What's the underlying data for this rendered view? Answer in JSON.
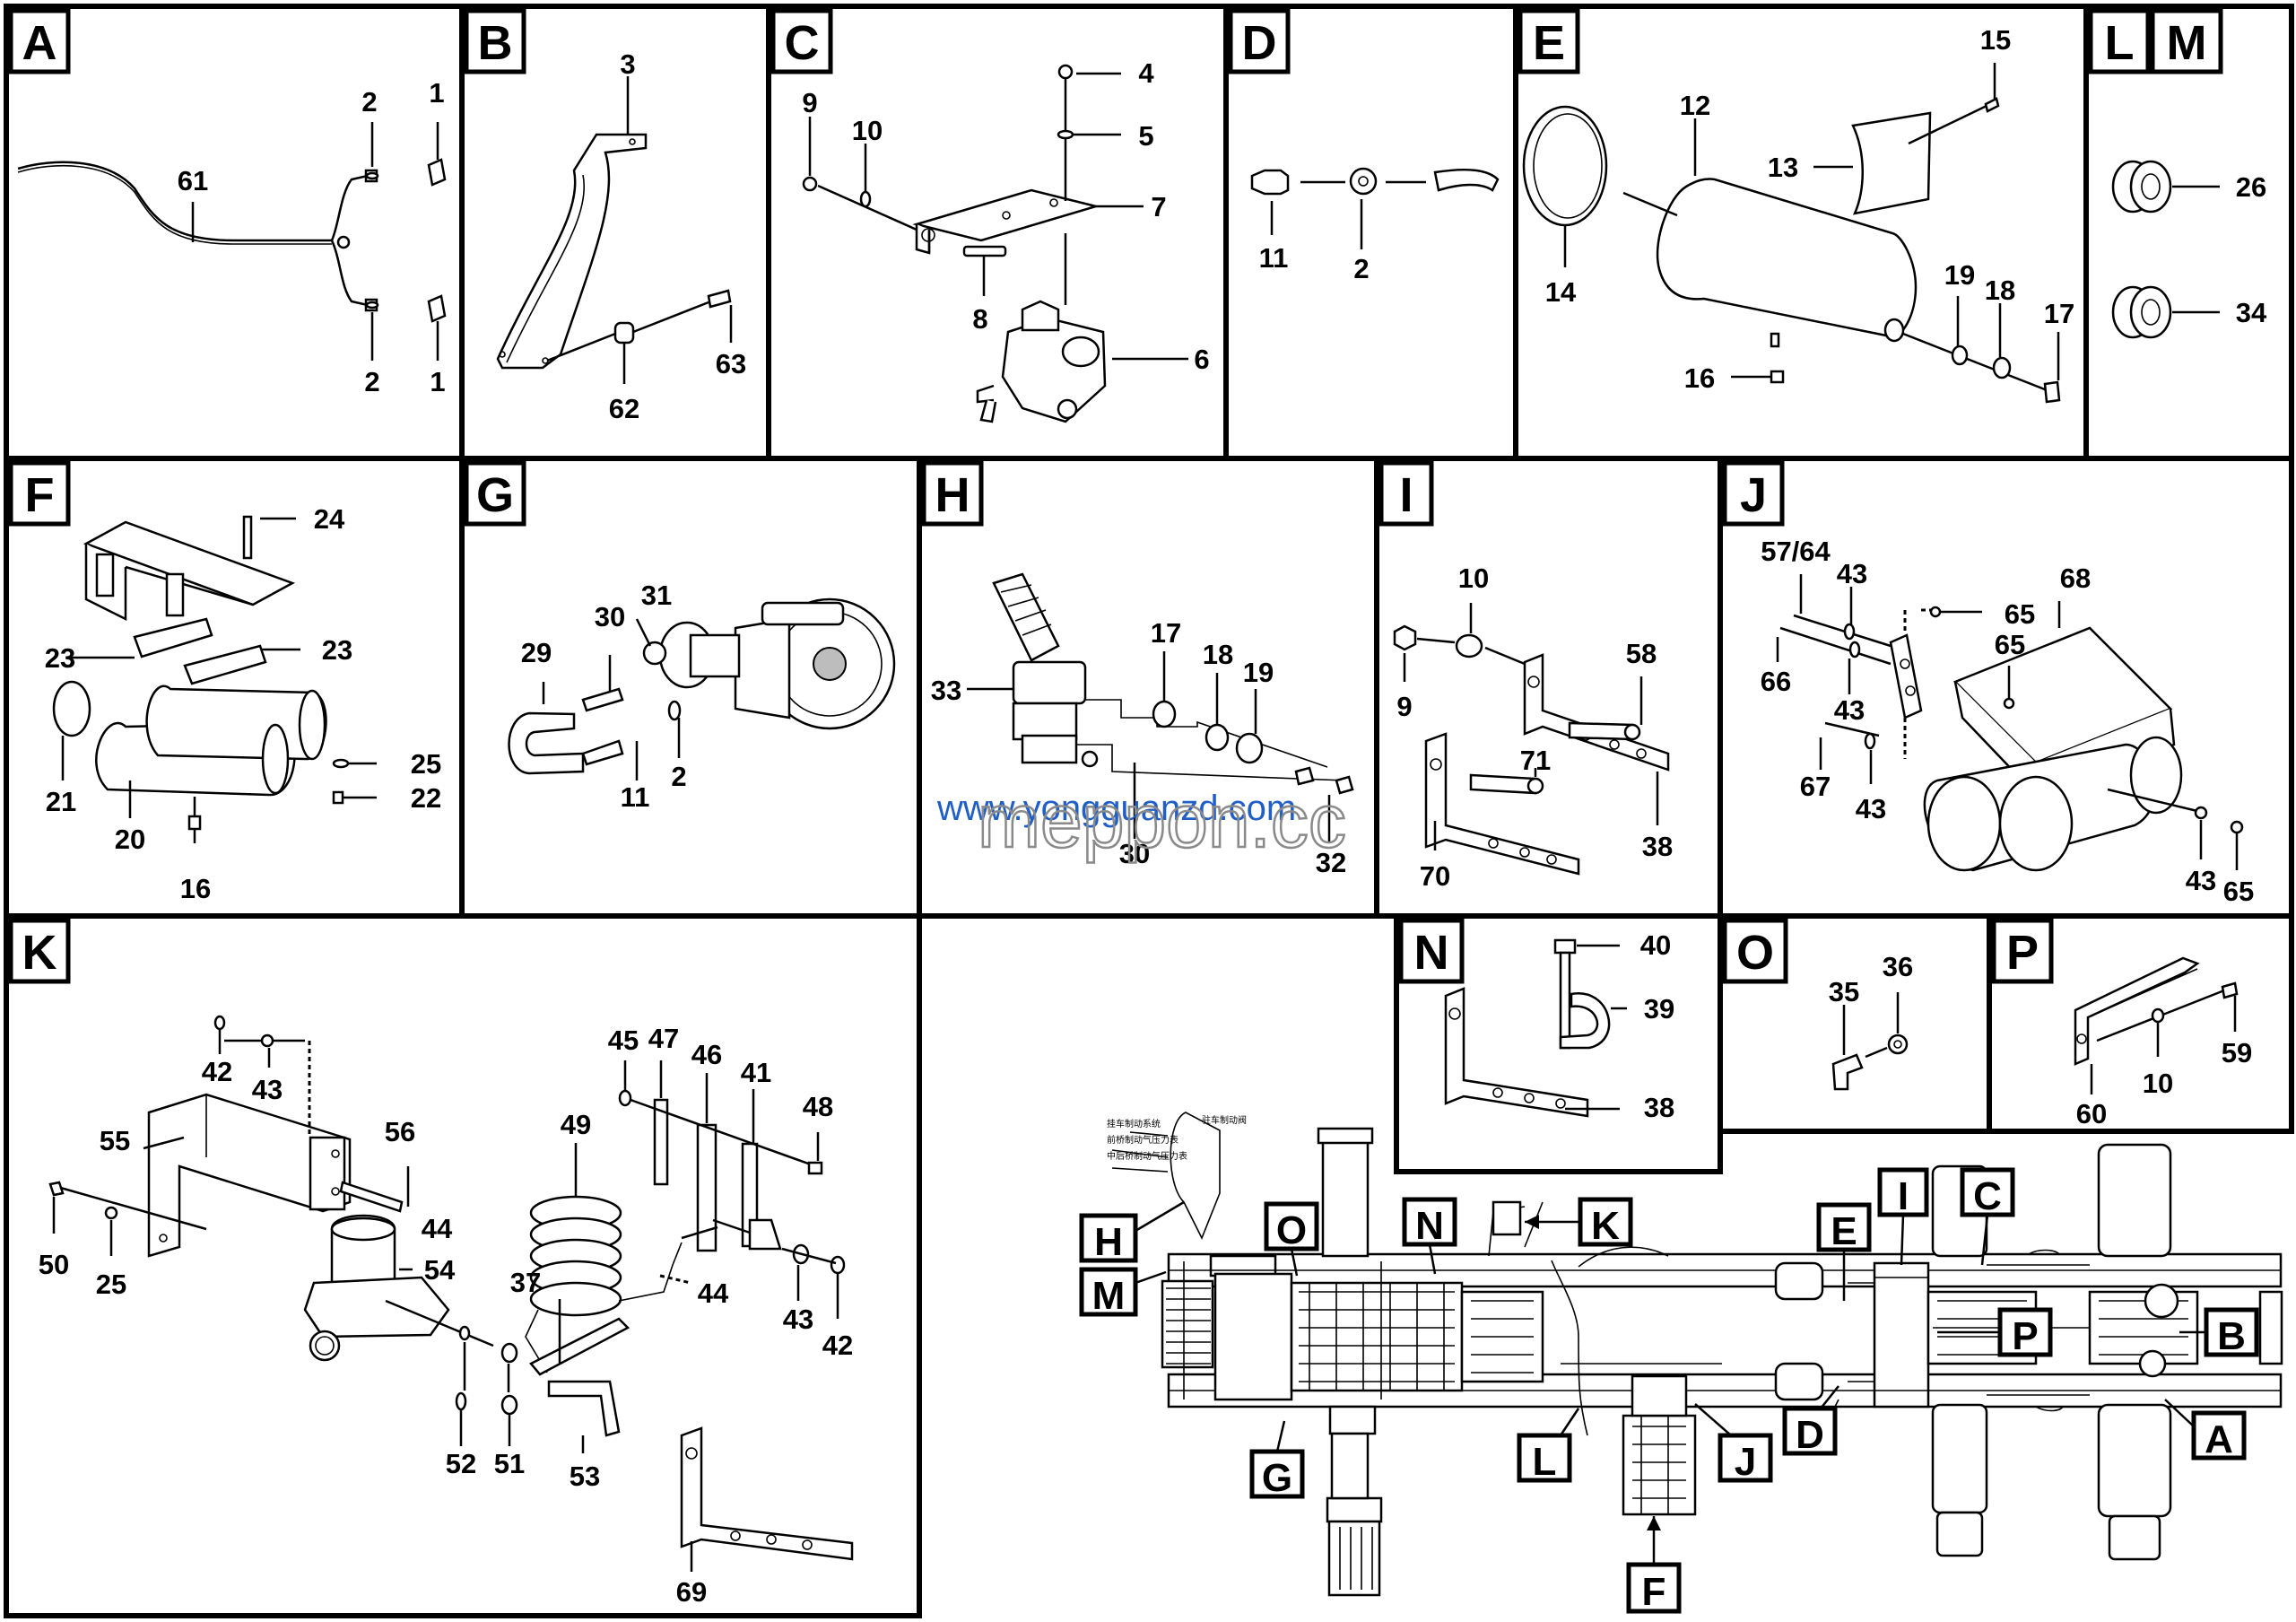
{
  "title": "Air brake system parts breakdown",
  "panels": [
    {
      "id": "A",
      "labels": [
        "61",
        "2",
        "1",
        "2",
        "1"
      ]
    },
    {
      "id": "B",
      "labels": [
        "3",
        "62",
        "63"
      ]
    },
    {
      "id": "C",
      "labels": [
        "4",
        "5",
        "9",
        "10",
        "7",
        "8",
        "6"
      ]
    },
    {
      "id": "D",
      "labels": [
        "11",
        "2"
      ]
    },
    {
      "id": "E",
      "labels": [
        "15",
        "12",
        "13",
        "14",
        "19",
        "18",
        "17",
        "16"
      ]
    },
    {
      "id": "L",
      "labels": [
        "26"
      ]
    },
    {
      "id": "M",
      "labels": [
        "34"
      ]
    },
    {
      "id": "F",
      "labels": [
        "24",
        "23",
        "23",
        "25",
        "22",
        "21",
        "20",
        "16"
      ]
    },
    {
      "id": "G",
      "labels": [
        "31",
        "30",
        "29",
        "11",
        "2"
      ]
    },
    {
      "id": "H",
      "labels": [
        "17",
        "18",
        "19",
        "33",
        "30",
        "32"
      ]
    },
    {
      "id": "I",
      "labels": [
        "10",
        "58",
        "9",
        "71",
        "70",
        "38"
      ]
    },
    {
      "id": "J",
      "labels": [
        "57/64",
        "43",
        "65",
        "68",
        "66",
        "65",
        "43",
        "67",
        "43",
        "43",
        "65"
      ]
    },
    {
      "id": "K",
      "labels": [
        "45",
        "47",
        "46",
        "41",
        "48",
        "42",
        "43",
        "55",
        "56",
        "49",
        "54",
        "37",
        "44",
        "44",
        "43",
        "42",
        "50",
        "25",
        "52",
        "51",
        "53",
        "69"
      ]
    },
    {
      "id": "N",
      "labels": [
        "40",
        "39",
        "38"
      ]
    },
    {
      "id": "O",
      "labels": [
        "35",
        "36"
      ]
    },
    {
      "id": "P",
      "labels": [
        "59",
        "10",
        "60"
      ]
    }
  ],
  "chassis_callouts": [
    "H",
    "M",
    "O",
    "N",
    "K",
    "E",
    "I",
    "C",
    "P",
    "B",
    "A",
    "D",
    "J",
    "L",
    "G",
    "F"
  ],
  "watermark": {
    "line1": "www.yongguanzd.com",
    "line2": "meppon.cc"
  },
  "chassis_notes": [
    "挂车制动系统",
    "驻车制动阀",
    "前桥制动气压力表",
    "中后桥制动气压力表"
  ]
}
